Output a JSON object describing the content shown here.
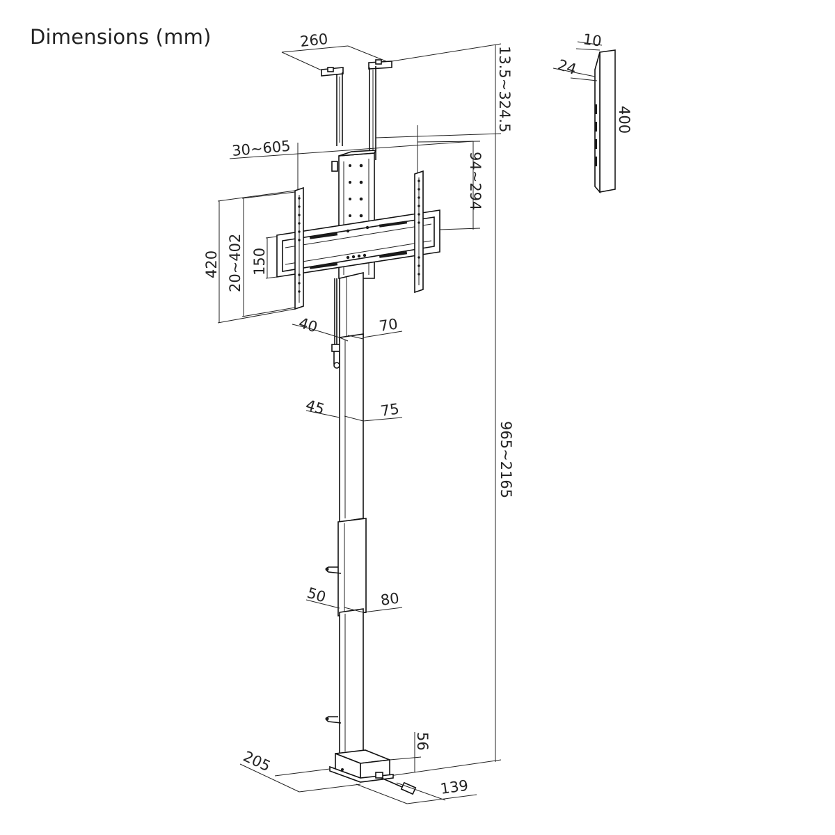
{
  "title": "Dimensions (mm)",
  "dimensions": {
    "ceiling_plate_width": "260",
    "ceiling_to_mount_range": "13.5~324.5",
    "arm_horizontal_range": "30~605",
    "arm_vertical_range": "94~294",
    "bracket_height": "420",
    "bracket_range": "20~402",
    "bracket_spacing": "150",
    "upper_tube_depth": "40",
    "upper_tube_width": "70",
    "middle_tube_depth": "45",
    "middle_tube_width": "75",
    "total_height_range": "965~2165",
    "lower_tube_depth": "50",
    "lower_tube_width": "80",
    "base_height": "56",
    "base_depth": "205",
    "base_width": "139",
    "side_thickness": "10",
    "side_depth": "24",
    "side_height": "400"
  }
}
